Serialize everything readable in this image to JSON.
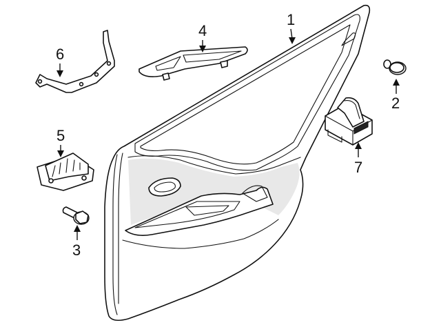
{
  "parts": [
    {
      "number": "1",
      "icon": "door-trim-panel-icon"
    },
    {
      "number": "2",
      "icon": "push-clip-icon"
    },
    {
      "number": "3",
      "icon": "screw-bolt-icon"
    },
    {
      "number": "4",
      "icon": "pull-handle-bracket-icon"
    },
    {
      "number": "5",
      "icon": "retainer-bracket-icon"
    },
    {
      "number": "6",
      "icon": "support-bracket-icon"
    },
    {
      "number": "7",
      "icon": "window-switch-icon"
    }
  ],
  "colors": {
    "line": "#111111",
    "background": "#ffffff",
    "shade": "#e8e8e8"
  }
}
